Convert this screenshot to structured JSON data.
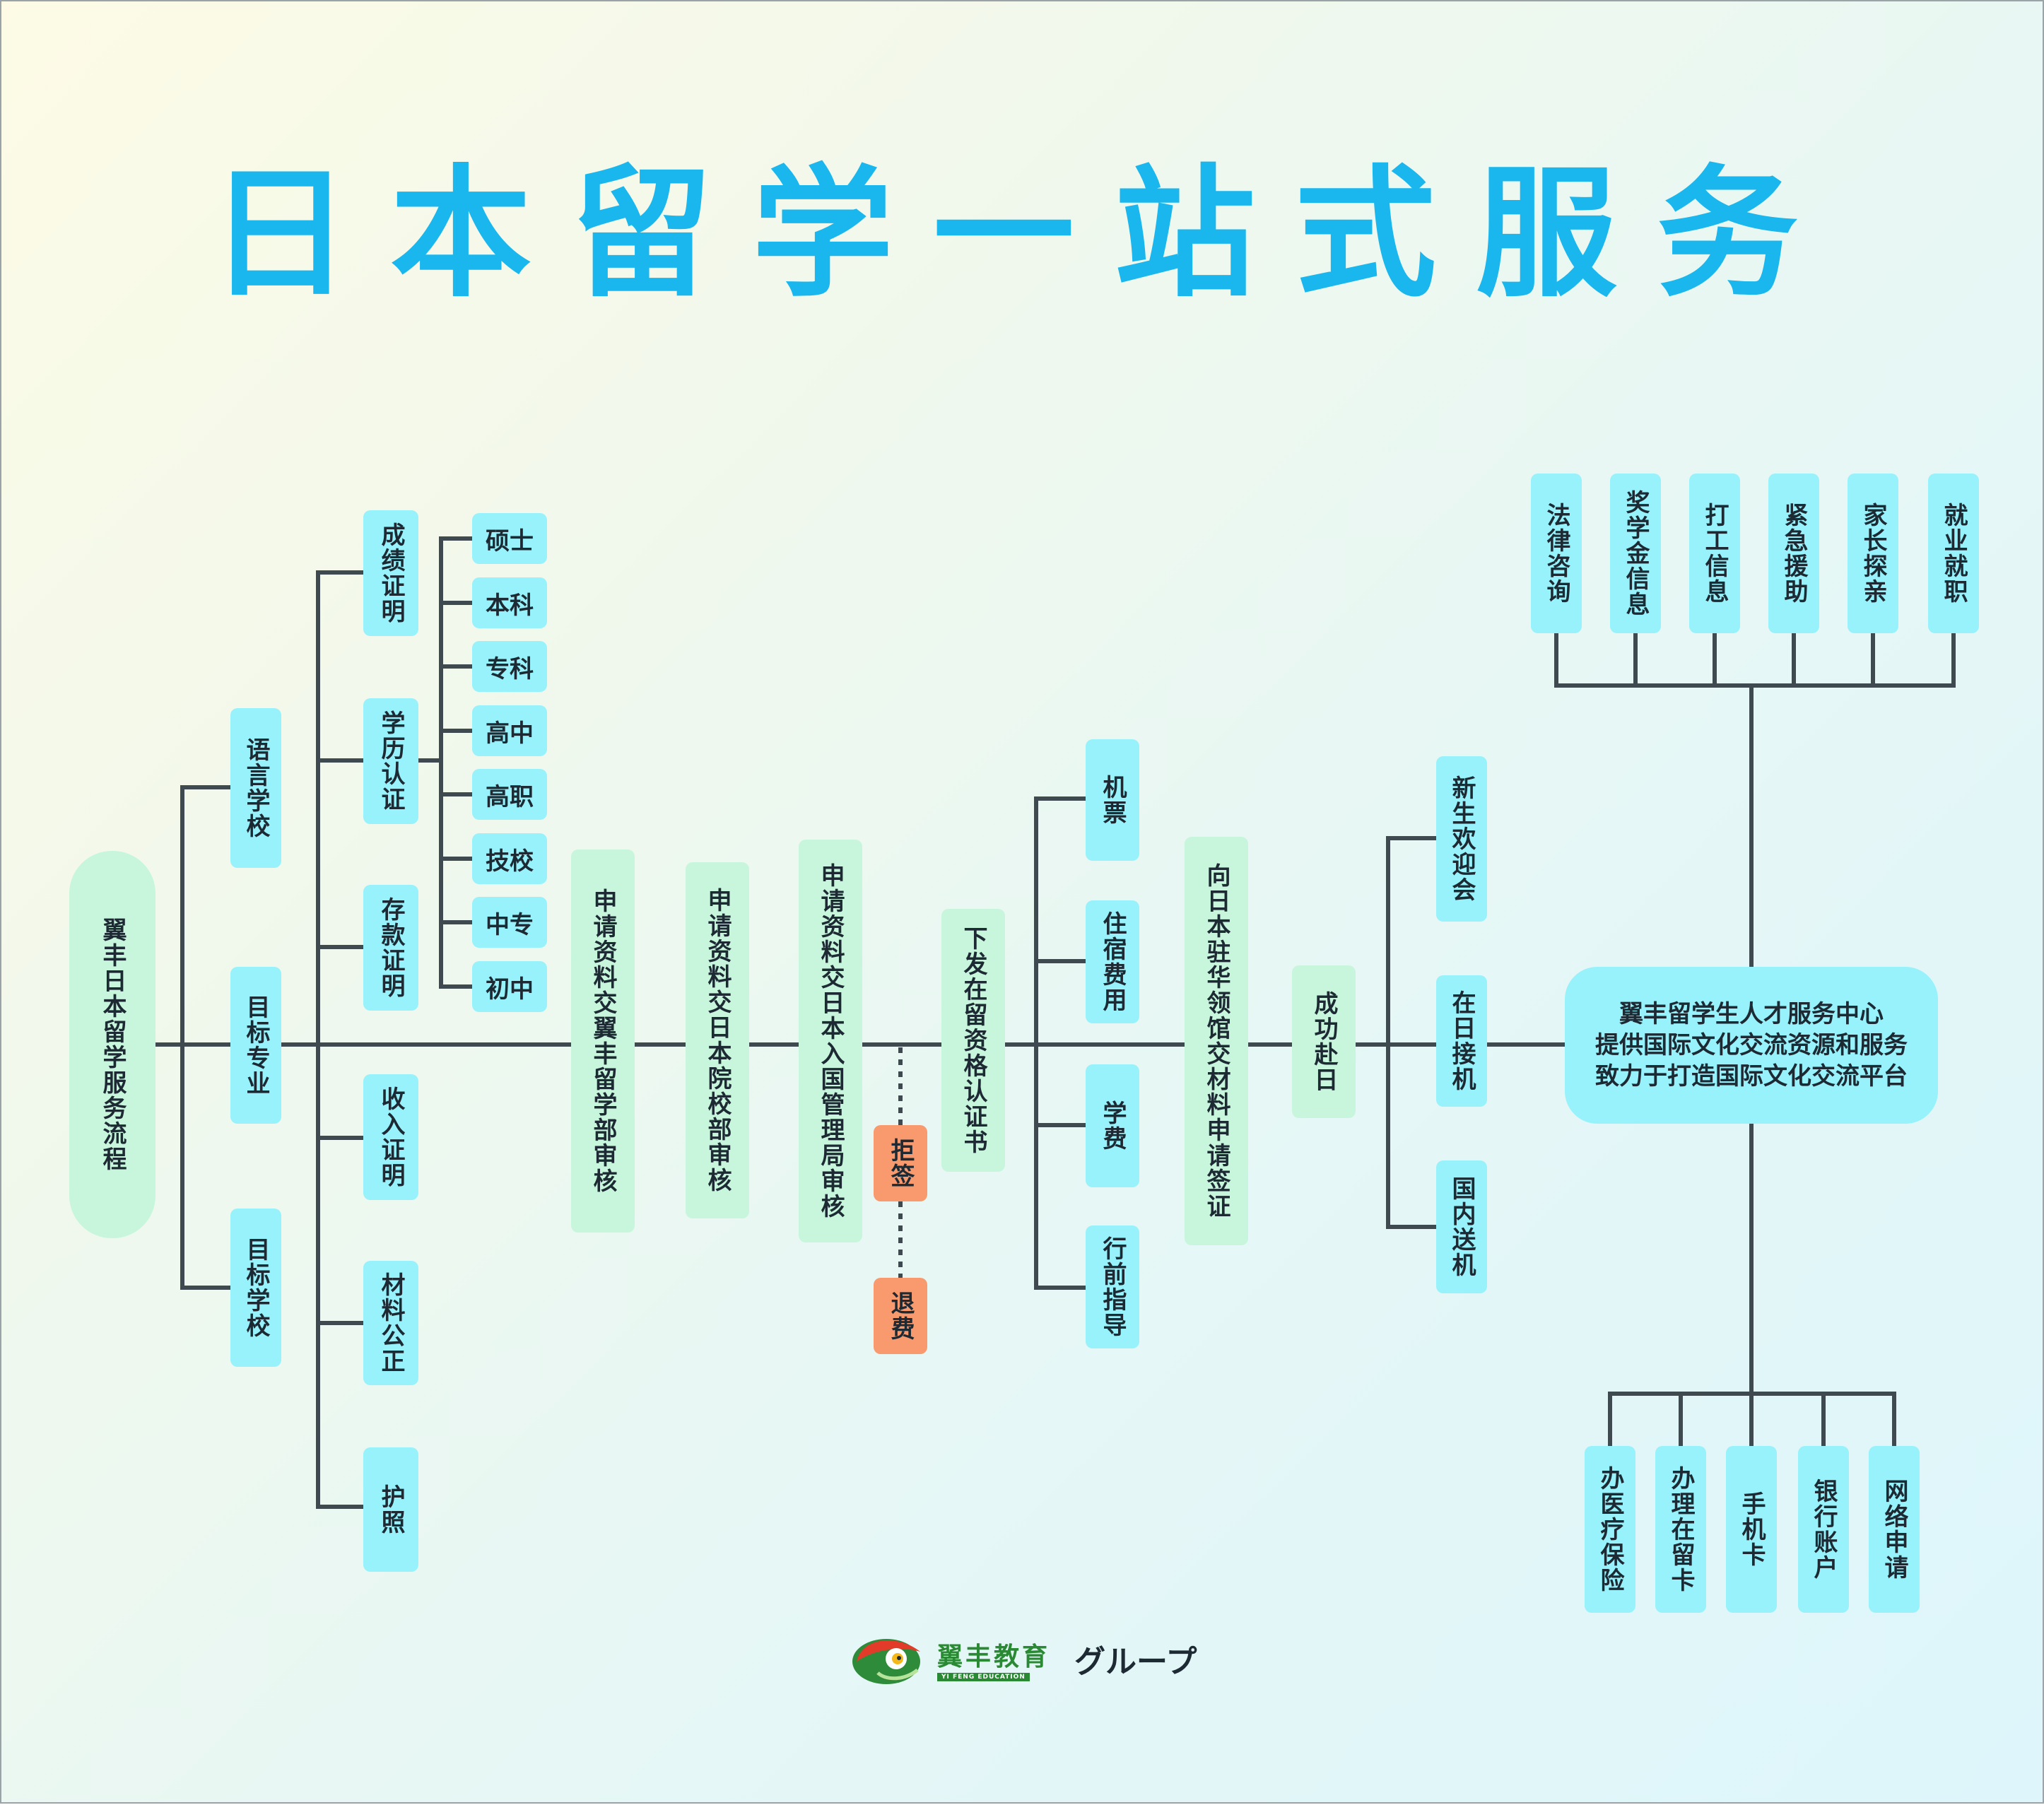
{
  "title": "日本留学一站式服务",
  "root": "翼丰日本留学服务流程",
  "level1": [
    "语言学校",
    "目标专业",
    "目标学校"
  ],
  "documents": [
    "成绩证明",
    "学历认证",
    "存款证明",
    "收入证明",
    "材料公正",
    "护照"
  ],
  "education_levels": [
    "硕士",
    "本科",
    "专科",
    "高中",
    "高职",
    "技校",
    "中专",
    "初中"
  ],
  "steps": {
    "submit_yifeng": "申请资料交翼丰留学部审核",
    "submit_school": "申请资料交日本院校部审核",
    "submit_immigration": "申请资料交日本入国管理局审核",
    "refused": "拒签",
    "refund": "退费",
    "coe_issued": "下发在留资格认证书",
    "embassy_visa": "向日本驻华领馆交材料申请签证",
    "arrival": "成功赴日"
  },
  "prep_items": [
    "机票",
    "住宿费用",
    "学费",
    "行前指导"
  ],
  "arrival_items": [
    "新生欢迎会",
    "在日接机",
    "国内送机"
  ],
  "center": {
    "line1": "翼丰留学生人才服务中心",
    "line2": "提供国际文化交流资源和服务",
    "line3": "致力于打造国际文化交流平台"
  },
  "top_services": [
    "法律咨询",
    "奖学金信息",
    "打工信息",
    "紧急援助",
    "家长探亲",
    "就业就职"
  ],
  "bottom_services": [
    "办医疗保险",
    "办理在留卡",
    "手机卡",
    "银行账户",
    "网络申请"
  ],
  "footer": {
    "brand": "翼丰教育",
    "group": "グループ",
    "tagline": "YI FENG EDUCATION"
  },
  "colors": {
    "title": "#1ab7ee",
    "cyan_box": "#97f2fb",
    "mint_box": "#c7f6dc",
    "orange_box": "#f89a6d",
    "line": "#3f4a50"
  }
}
